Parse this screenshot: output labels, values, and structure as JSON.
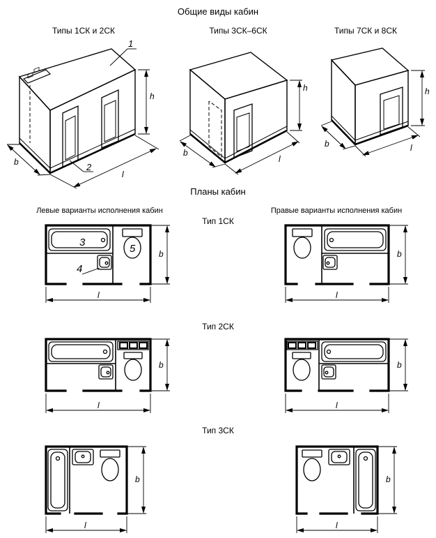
{
  "titles": {
    "general_views": "Общие виды кабин",
    "plans": "Планы кабин",
    "left_variants": "Левые варианты исполнения кабин",
    "right_variants": "Правые варианты исполнения кабин"
  },
  "iso_groups": [
    "Типы 1СК и 2СК",
    "Типы 3СК–6СК",
    "Типы 7СК и 8СК"
  ],
  "plan_types": [
    "Тип 1СК",
    "Тип 2СК",
    "Тип 3СК"
  ],
  "dims": {
    "l": "l",
    "b": "b",
    "h": "h"
  },
  "callouts": {
    "c1": "1",
    "c2": "2",
    "c3": "3",
    "c4": "4",
    "c5": "5"
  }
}
